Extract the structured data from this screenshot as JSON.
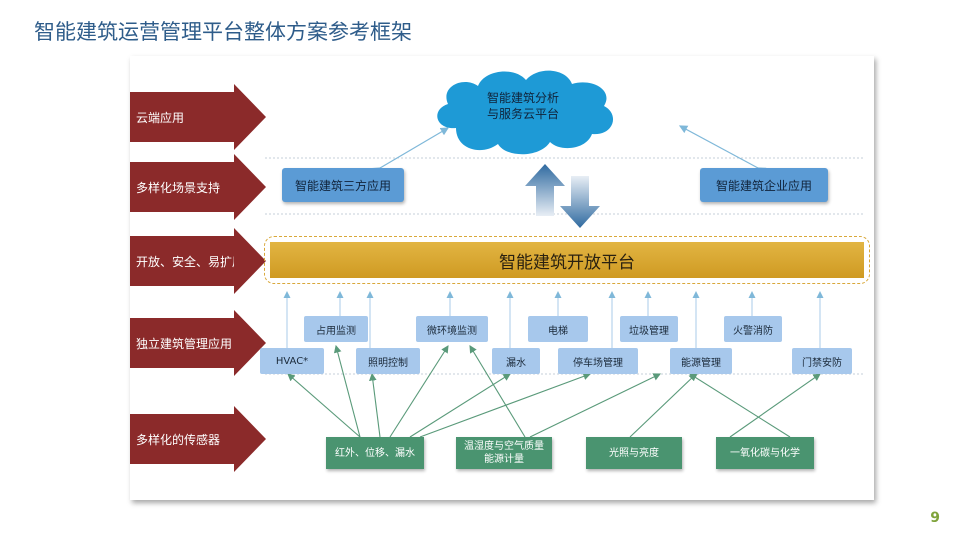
{
  "title": "智能建筑运营管理平台整体方案参考框架",
  "page_number": "9",
  "layers": [
    {
      "label": "云端应用"
    },
    {
      "label": "多样化场景支持"
    },
    {
      "label": "开放、安全、易扩展"
    },
    {
      "label": "独立建筑管理应用"
    },
    {
      "label": "多样化的传感器"
    }
  ],
  "cloud": {
    "line1": "智能建筑分析",
    "line2": "与服务云平台"
  },
  "scenario_apps": {
    "left": "智能建筑三方应用",
    "right": "智能建筑企业应用"
  },
  "platform": "智能建筑开放平台",
  "building_apps": {
    "top_row": [
      "占用监测",
      "微环境监测",
      "电梯",
      "垃圾管理",
      "火警消防"
    ],
    "bottom_row": [
      "HVAC*",
      "照明控制",
      "漏水",
      "停车场管理",
      "能源管理",
      "门禁安防"
    ]
  },
  "sensors": [
    {
      "line1": "红外、位移、漏水",
      "line2": ""
    },
    {
      "line1": "温湿度与空气质量",
      "line2": "能源计量"
    },
    {
      "line1": "光照与亮度",
      "line2": ""
    },
    {
      "line1": "一氧化碳与化学",
      "line2": ""
    }
  ],
  "colors": {
    "title": "#2e5c8a",
    "layer_arrow": "#8b2a2a",
    "cloud": "#1e9ad6",
    "scenario_box": "#5b9bd5",
    "platform": "#d9a530",
    "app_box": "#a7c8ec",
    "sensor_box": "#4a9470",
    "connector": "#5a9a7a"
  }
}
